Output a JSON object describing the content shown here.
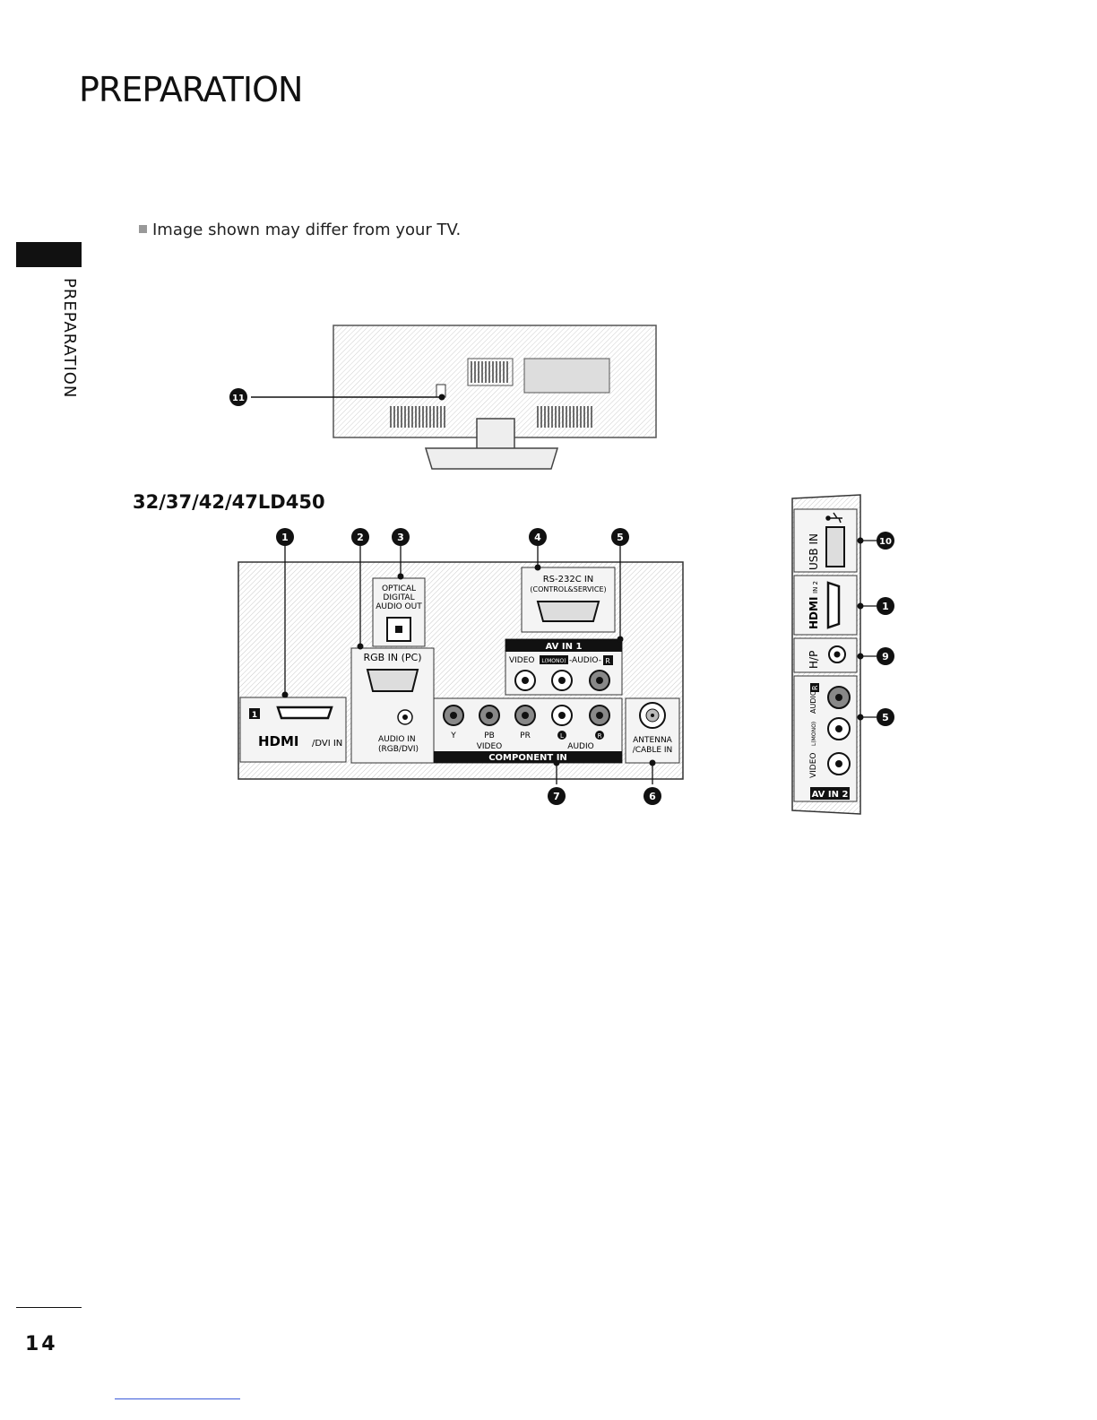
{
  "page": {
    "title": "PREPARATION",
    "side_tab": "PREPARATION",
    "note": "Image shown may differ from your TV.",
    "model": "32/37/42/47LD450",
    "page_number": "14"
  },
  "rear_panel": {
    "hdmi_port_number": "1",
    "hdmi_label": "HDMI",
    "hdmi_sublabel": "/DVI IN",
    "optical_label": [
      "OPTICAL",
      "DIGITAL",
      "AUDIO OUT"
    ],
    "rgb_label": "RGB IN (PC)",
    "audio_in_label": [
      "AUDIO IN",
      "(RGB/DVI)"
    ],
    "rs232_label": [
      "RS-232C IN",
      "(CONTROL&SERVICE)"
    ],
    "av_in1_label": "AV IN 1",
    "av_in1_video": "VIDEO",
    "av_in1_mono": "L(MONO)",
    "av_in1_audio": "-AUDIO-",
    "av_in1_r": "R",
    "component_y": "Y",
    "component_pb": "PB",
    "component_pr": "PR",
    "component_l": "L",
    "component_r": "R",
    "component_video": "VIDEO",
    "component_audio": "AUDIO",
    "component_label": "COMPONENT IN",
    "antenna_label": [
      "ANTENNA",
      "/CABLE IN"
    ]
  },
  "side_panel": {
    "usb_label": "USB IN",
    "hdmi_label": "HDMI",
    "hdmi_number": "IN 2",
    "hp_label": "H/P",
    "av_video": "VIDEO",
    "av_mono": "L(MONO)",
    "av_audio": "AUDIO",
    "av_r": "R",
    "av_in2_label": "AV IN 2"
  },
  "callouts": {
    "c1": "1",
    "c2": "2",
    "c3": "3",
    "c4": "4",
    "c5": "5",
    "c6": "6",
    "c7": "7",
    "c9": "9",
    "c10": "10",
    "c11": "11"
  }
}
